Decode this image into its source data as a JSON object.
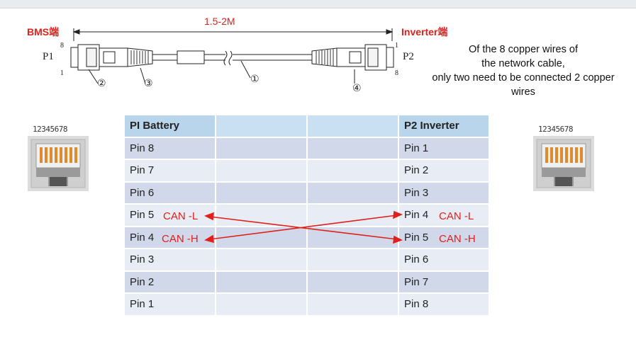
{
  "cable": {
    "length": "1.5-2M",
    "bms_end": "BMS端",
    "inverter_end": "Inverter端",
    "p1": "P1",
    "p2": "P2",
    "left_pin_top": "8",
    "left_pin_bottom": "1",
    "right_pin_top": "1",
    "right_pin_bottom": "8",
    "callouts": [
      "②",
      "③",
      "①",
      "④"
    ]
  },
  "note": {
    "lines": [
      "Of the 8 copper wires of",
      "the network cable,",
      "only two need to be connected 2 copper",
      "wires"
    ]
  },
  "jacks": {
    "left_pin_numbers": "12345678",
    "right_pin_numbers": "12345678",
    "colors": {
      "body": "#dcdcdc",
      "inner": "#cfcfcf",
      "contacts": "#e08a2e",
      "cavity": "#9a9a9a",
      "latch": "#555555"
    }
  },
  "table": {
    "headers": [
      "PI  Battery",
      "",
      "",
      "P2 Inverter"
    ],
    "rows": [
      [
        "Pin 8",
        "",
        "",
        "Pin 1"
      ],
      [
        "Pin 7",
        "",
        "",
        "Pin 2"
      ],
      [
        "Pin 6",
        "",
        "",
        "Pin 3"
      ],
      [
        "Pin 5",
        "",
        "",
        "Pin 4"
      ],
      [
        "Pin 4",
        "",
        "",
        "Pin 5"
      ],
      [
        "Pin 3",
        "",
        "",
        "Pin 6"
      ],
      [
        "Pin 2",
        "",
        "",
        "Pin 7"
      ],
      [
        "Pin 1",
        "",
        "",
        "Pin 8"
      ]
    ]
  },
  "can_labels": {
    "left_low": "CAN -L",
    "left_high": "CAN -H",
    "right_low": "CAN -L",
    "right_high": "CAN -H"
  },
  "colors": {
    "accent_red": "#e0201b",
    "header_blue": "#b9d5ec",
    "row_dark": "#d0d8ea",
    "row_light": "#e8ecf5"
  }
}
